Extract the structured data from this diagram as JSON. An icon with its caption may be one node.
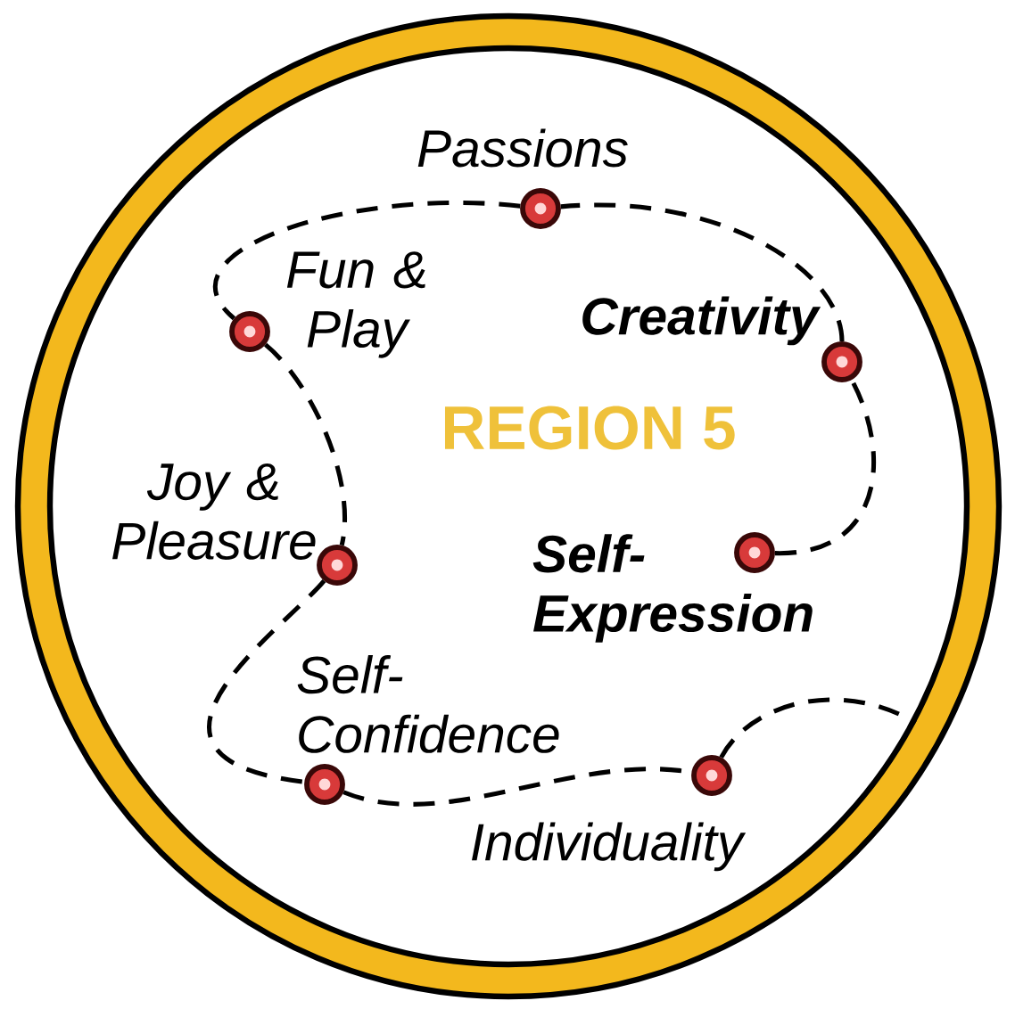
{
  "diagram": {
    "nodes": [
      {
        "text": [
          "REGION 5"
        ]
      },
      {
        "text": [],
        "shape": "circle",
        "in": 0,
        "beside": [
          "Passions"
        ]
      },
      {
        "text": [],
        "shape": "circle",
        "in": 0,
        "beside": [
          "Fun & Play"
        ]
      },
      {
        "text": [],
        "shape": "circle",
        "in": 0,
        "beside": [
          "Creativity"
        ]
      },
      {
        "text": [],
        "shape": "circle",
        "in": 0,
        "beside": [
          "Self-Expression"
        ]
      },
      {
        "text": [],
        "shape": "circle",
        "in": 0,
        "beside": [
          "Joy & Pleasure"
        ]
      },
      {
        "text": [],
        "shape": "circle",
        "in": 0,
        "beside": [
          "Self-Confidence"
        ]
      },
      {
        "text": [],
        "shape": "circle",
        "in": 0,
        "beside": [
          "Individuality"
        ]
      }
    ],
    "edges": [
      {
        "from": 4,
        "to": 3,
        "arrow": "none",
        "style": "dashed"
      },
      {
        "from": 3,
        "to": 1,
        "arrow": "none",
        "style": "dashed"
      },
      {
        "from": 1,
        "to": 2,
        "arrow": "none",
        "style": "dashed"
      },
      {
        "from": 2,
        "to": 5,
        "arrow": "none",
        "style": "dashed"
      },
      {
        "from": 5,
        "to": 6,
        "arrow": "none",
        "style": "dashed"
      },
      {
        "from": 6,
        "to": 7,
        "arrow": "none",
        "style": "dashed"
      },
      {
        "from": 7,
        "to": 0,
        "arrow": "none",
        "style": "dashed"
      }
    ]
  }
}
